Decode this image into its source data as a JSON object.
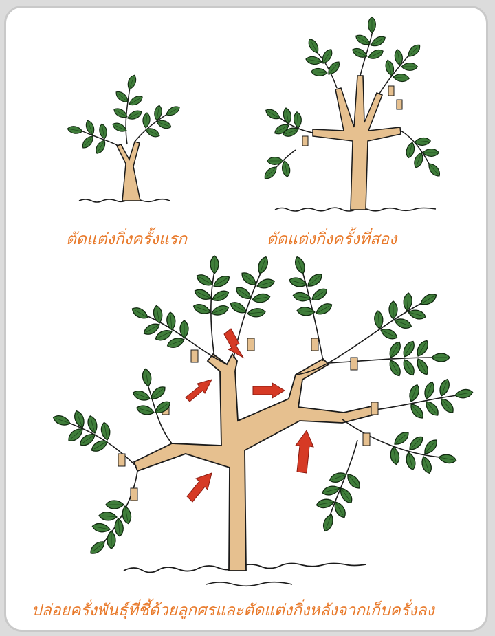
{
  "captions": {
    "first_pruning": "ตัดแต่งกิ่งครั้งแรก",
    "second_pruning": "ตัดแต่งกิ่งครั้งที่สอง",
    "main_instruction": "ปล่อยครั่งพันธุ์ที่ชี้ด้วยลูกศรและตัดแต่งกิ่งหลังจากเก็บครั่งลง"
  },
  "colors": {
    "trunk": "#e6c08f",
    "leaf": "#3f7d3a",
    "arrow": "#d63a25",
    "caption": "#e8792a"
  }
}
